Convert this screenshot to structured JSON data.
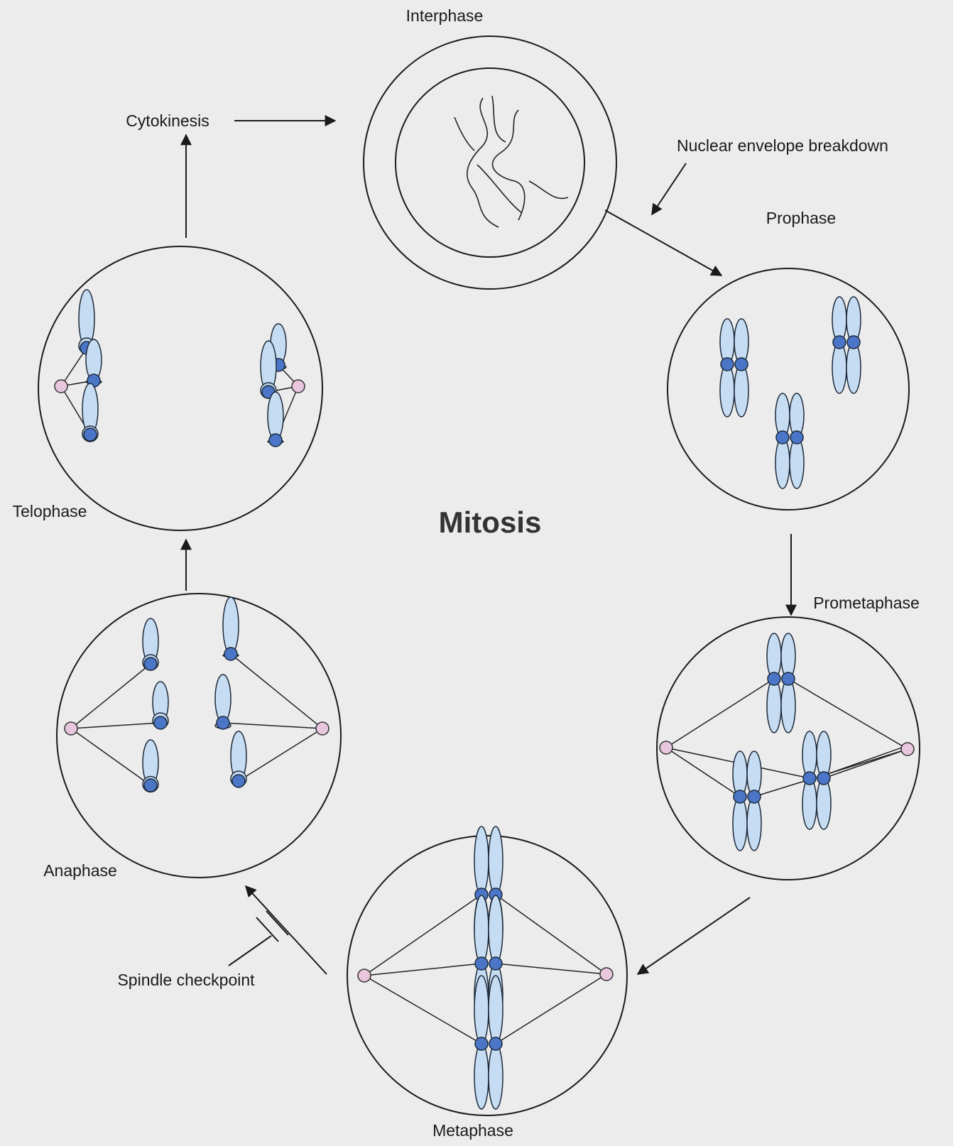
{
  "title": "Mitosis",
  "stages": {
    "interphase": "Interphase",
    "prophase": "Prophase",
    "prometaphase": "Prometaphase",
    "metaphase": "Metaphase",
    "anaphase": "Anaphase",
    "telophase": "Telophase",
    "cytokinesis": "Cytokinesis"
  },
  "annotations": {
    "nuclear_envelope": "Nuclear envelope breakdown",
    "spindle_checkpoint": "Spindle checkpoint"
  },
  "colors": {
    "background": "#ececec",
    "chromatid": "#c6dcf2",
    "centromere": "#4b76c8",
    "centrosome": "#e7c6de",
    "line": "#1a1a1a"
  }
}
